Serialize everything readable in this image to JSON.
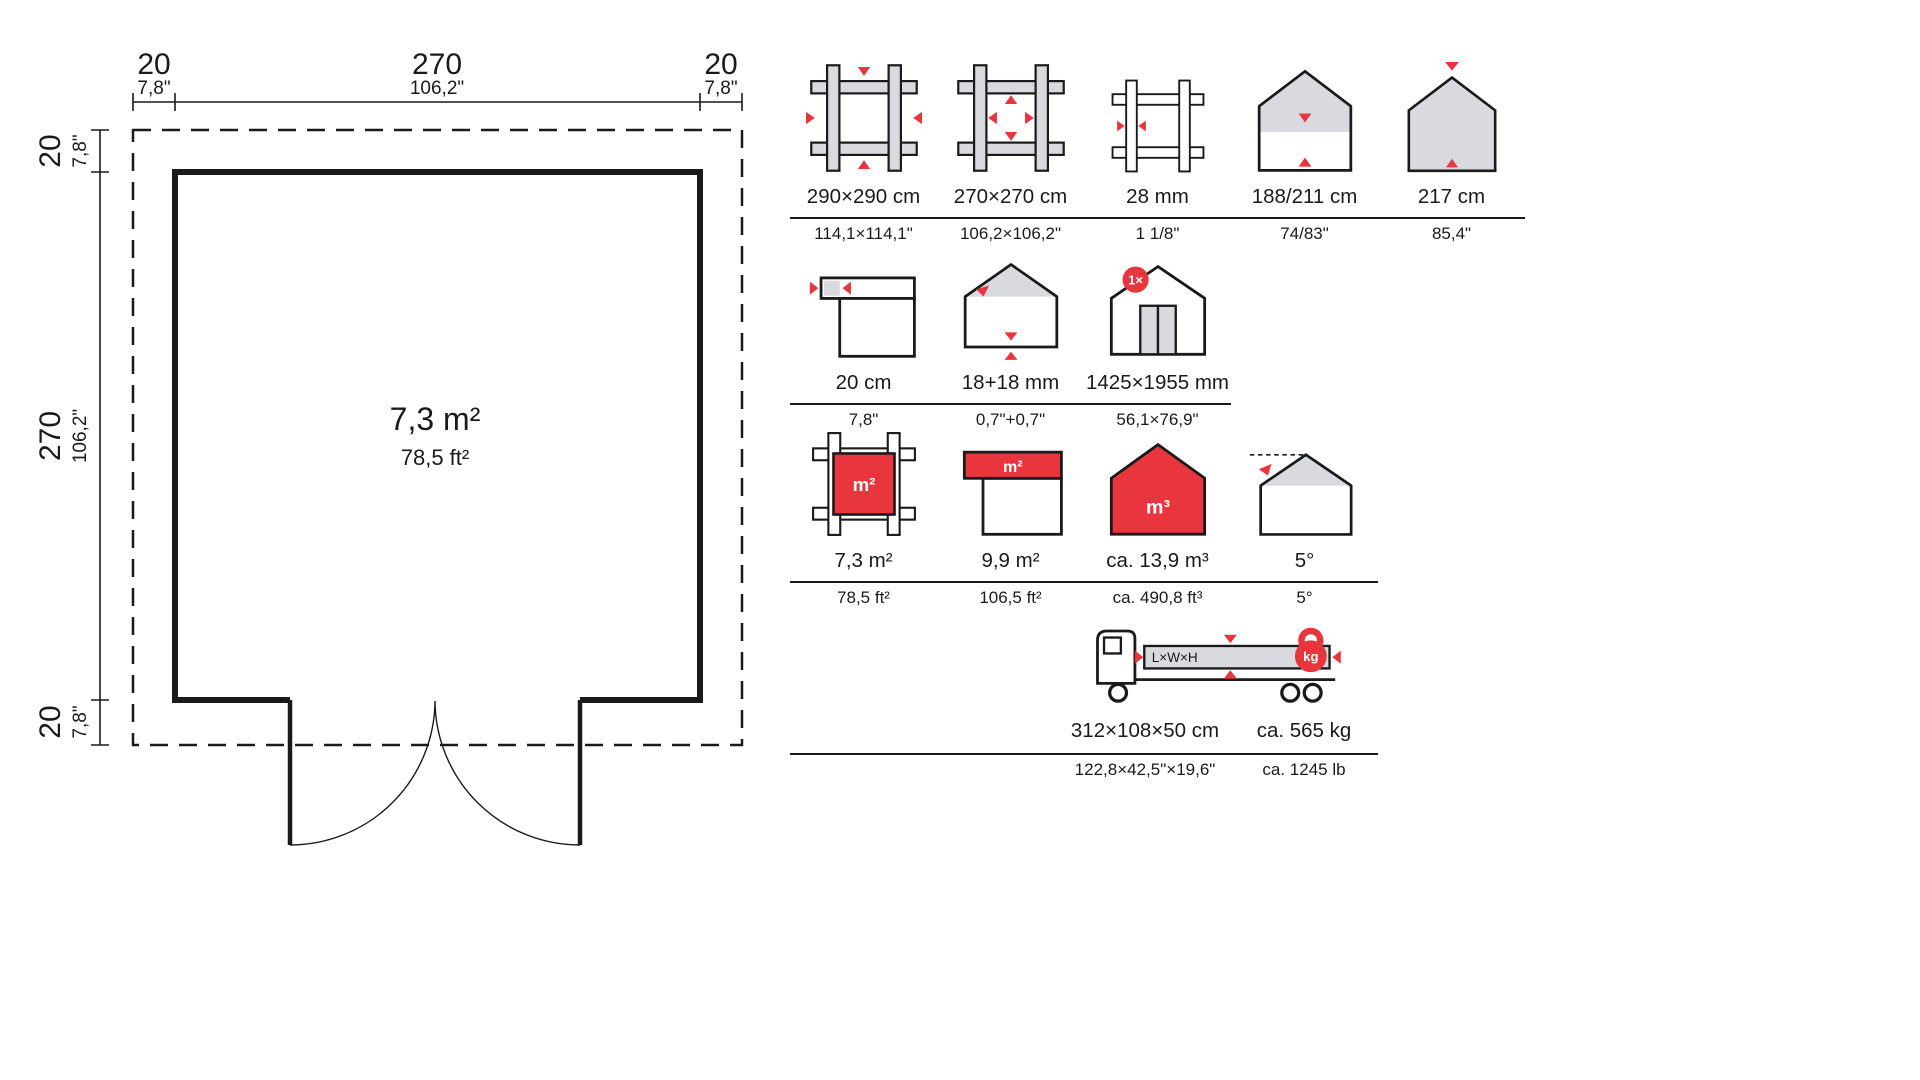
{
  "colors": {
    "accent": "#e8353e",
    "icon_gray": "#d8dadf",
    "ink": "#1a1a1a"
  },
  "floor_plan": {
    "area_metric": "7,3 m²",
    "area_imperial": "78,5 ft²",
    "top_dims": [
      {
        "metric": "20",
        "imperial": "7,8\""
      },
      {
        "metric": "270",
        "imperial": "106,2\""
      },
      {
        "metric": "20",
        "imperial": "7,8\""
      }
    ],
    "left_dims": [
      {
        "metric": "20",
        "imperial": "7,8\""
      },
      {
        "metric": "270",
        "imperial": "106,2\""
      },
      {
        "metric": "20",
        "imperial": "7,8\""
      }
    ]
  },
  "icon_labels": {
    "m2": "m²",
    "m3": "m³",
    "kg": "kg",
    "lwh": "L×W×H",
    "door_count": "1×"
  },
  "spec_rows": [
    {
      "items": [
        {
          "name": "outer-dimensions",
          "metric": "290×290 cm",
          "imperial": "114,1×114,1\""
        },
        {
          "name": "inner-dimensions",
          "metric": "270×270 cm",
          "imperial": "106,2×106,2\""
        },
        {
          "name": "wall-thickness",
          "metric": "28 mm",
          "imperial": "1 1/8\""
        },
        {
          "name": "wall-height",
          "metric": "188/211 cm",
          "imperial": "74/83\""
        },
        {
          "name": "ridge-height",
          "metric": "217 cm",
          "imperial": "85,4\""
        }
      ]
    },
    {
      "items": [
        {
          "name": "roof-overhang",
          "metric": "20 cm",
          "imperial": "7,8\""
        },
        {
          "name": "board-thickness",
          "metric": "18+18 mm",
          "imperial": "0,7\"+0,7\""
        },
        {
          "name": "door-size",
          "metric": "1425×1955 mm",
          "imperial": "56,1×76,9\""
        }
      ]
    },
    {
      "items": [
        {
          "name": "floor-area",
          "metric": "7,3 m²",
          "imperial": "78,5 ft²"
        },
        {
          "name": "roof-area",
          "metric": "9,9 m²",
          "imperial": "106,5 ft²"
        },
        {
          "name": "volume",
          "metric": "ca. 13,9 m³",
          "imperial": "ca. 490,8 ft³"
        },
        {
          "name": "roof-pitch",
          "metric": "5°",
          "imperial": "5°"
        }
      ]
    }
  ],
  "transport": {
    "dims_metric": "312×108×50 cm",
    "dims_imperial": "122,8×42,5\"×19,6\"",
    "weight_metric": "ca. 565 kg",
    "weight_imperial": "ca. 1245 lb"
  }
}
